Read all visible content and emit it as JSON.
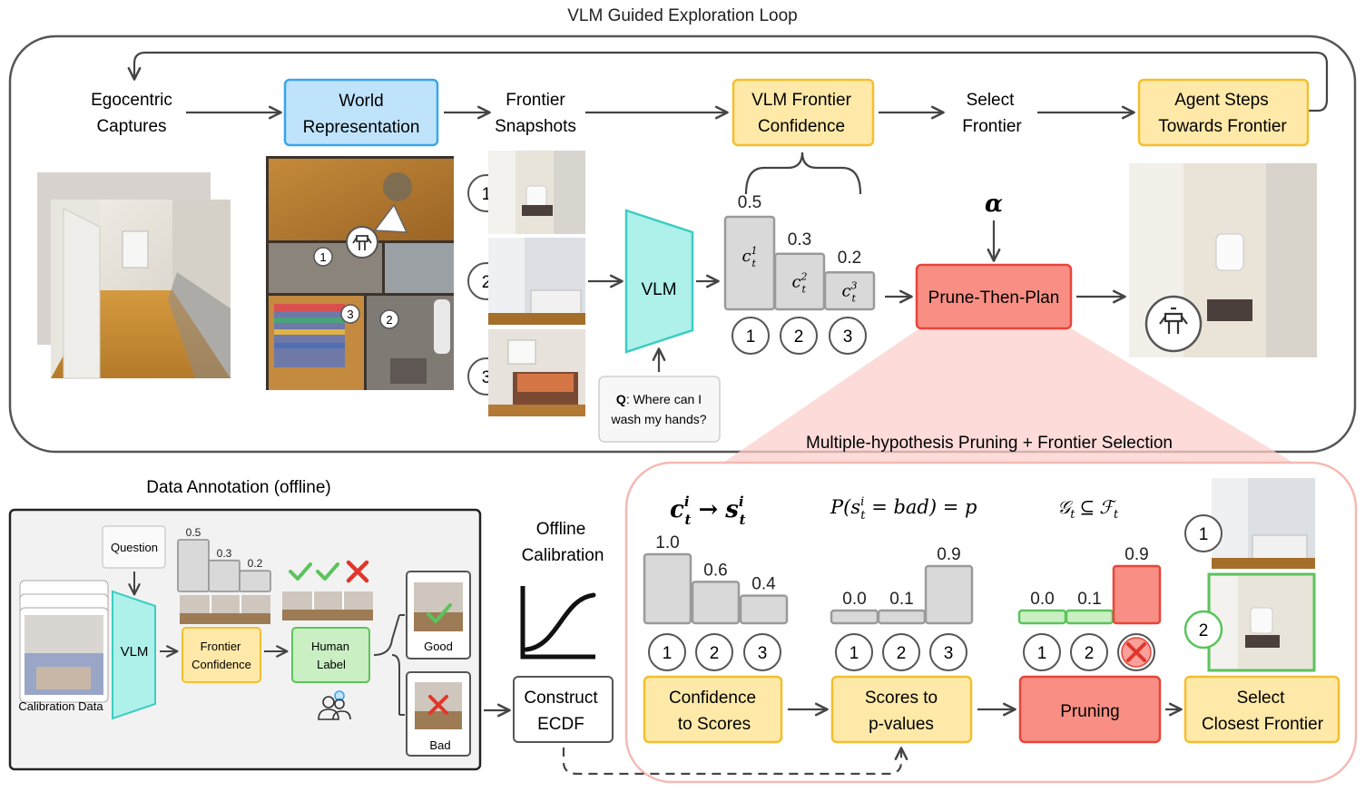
{
  "loop": {
    "title": "VLM Guided Exploration Loop",
    "egocentric": [
      "Egocentric",
      "Captures"
    ],
    "world_rep": [
      "World",
      "Representation"
    ],
    "frontier_snapshots": [
      "Frontier",
      "Snapshots"
    ],
    "vlm_conf": [
      "VLM Frontier",
      "Confidence"
    ],
    "select_frontier": [
      "Select",
      "Frontier"
    ],
    "agent_steps": [
      "Agent Steps",
      "Towards Frontier"
    ],
    "frontier_ids": [
      "1",
      "2",
      "3"
    ],
    "vlm_label": "VLM",
    "question_prefix": "Q",
    "question": [
      ": Where can I",
      "wash my hands?"
    ],
    "conf_values": [
      "0.5",
      "0.3",
      "0.2"
    ],
    "conf_fractions": [
      0.5,
      0.3,
      0.2
    ],
    "conf_symbols": [
      "c",
      "c",
      "c"
    ],
    "conf_sub": "t",
    "conf_sup": [
      "1",
      "2",
      "3"
    ],
    "alpha": "α",
    "prune_then_plan": "Prune-Then-Plan"
  },
  "pruning": {
    "title": "Multiple-hypothesis Pruning + Frontier Selection",
    "formula_map": [
      "c",
      "i",
      "t",
      "→",
      "s",
      "i",
      "t"
    ],
    "formula_prob": "P(s",
    "formula_prob_sup": "i",
    "formula_prob_sub": "t",
    "formula_prob_rest": " = bad) = p",
    "formula_subset": [
      "𝒢",
      "t",
      "⊆",
      "ℱ",
      "t"
    ],
    "scores": {
      "values": [
        "1.0",
        "0.6",
        "0.4"
      ],
      "fractions": [
        1.0,
        0.6,
        0.4
      ]
    },
    "pvalues": {
      "values": [
        "0.0",
        "0.1",
        "0.9"
      ],
      "fractions": [
        0.0,
        0.1,
        0.9
      ]
    },
    "pruned": {
      "values": [
        "0.0",
        "0.1",
        "0.9"
      ],
      "fractions": [
        0.0,
        0.1,
        0.9
      ]
    },
    "ids": [
      "1",
      "2",
      "3"
    ],
    "boxes": {
      "conf_to_scores": [
        "Confidence",
        "to Scores"
      ],
      "scores_to_p": [
        "Scores to",
        "p-values"
      ],
      "pruning": "Pruning",
      "select_closest": [
        "Select",
        "Closest Frontier"
      ]
    },
    "candidate_ids": [
      "1",
      "2"
    ]
  },
  "annotation": {
    "title": "Data Annotation (offline)",
    "question": "Question",
    "vlm_label": "VLM",
    "calibration_data": "Calibration Data",
    "conf_values": [
      "0.5",
      "0.3",
      "0.2"
    ],
    "conf_fractions": [
      0.5,
      0.3,
      0.2
    ],
    "frontier_conf": [
      "Frontier",
      "Confidence"
    ],
    "human_label": [
      "Human",
      "Label"
    ],
    "good": "Good",
    "bad": "Bad"
  },
  "calibration": {
    "title": [
      "Offline",
      "Calibration"
    ],
    "ecdf": [
      "Construct",
      "ECDF"
    ]
  },
  "colors": {
    "blue_fill": "#bfe3fb",
    "blue_stroke": "#3aa6e8",
    "yellow_fill": "#ffe9a8",
    "yellow_stroke": "#f4be2e",
    "red_fill": "#f98f84",
    "red_stroke": "#e8453a",
    "green_fill": "#c9efc2",
    "green_stroke": "#5cc35d",
    "teal_fill": "#aef0ea",
    "teal_stroke": "#3dcdc3",
    "bar_fill": "#d9d9d9",
    "bar_stroke": "#9a9a9a"
  }
}
